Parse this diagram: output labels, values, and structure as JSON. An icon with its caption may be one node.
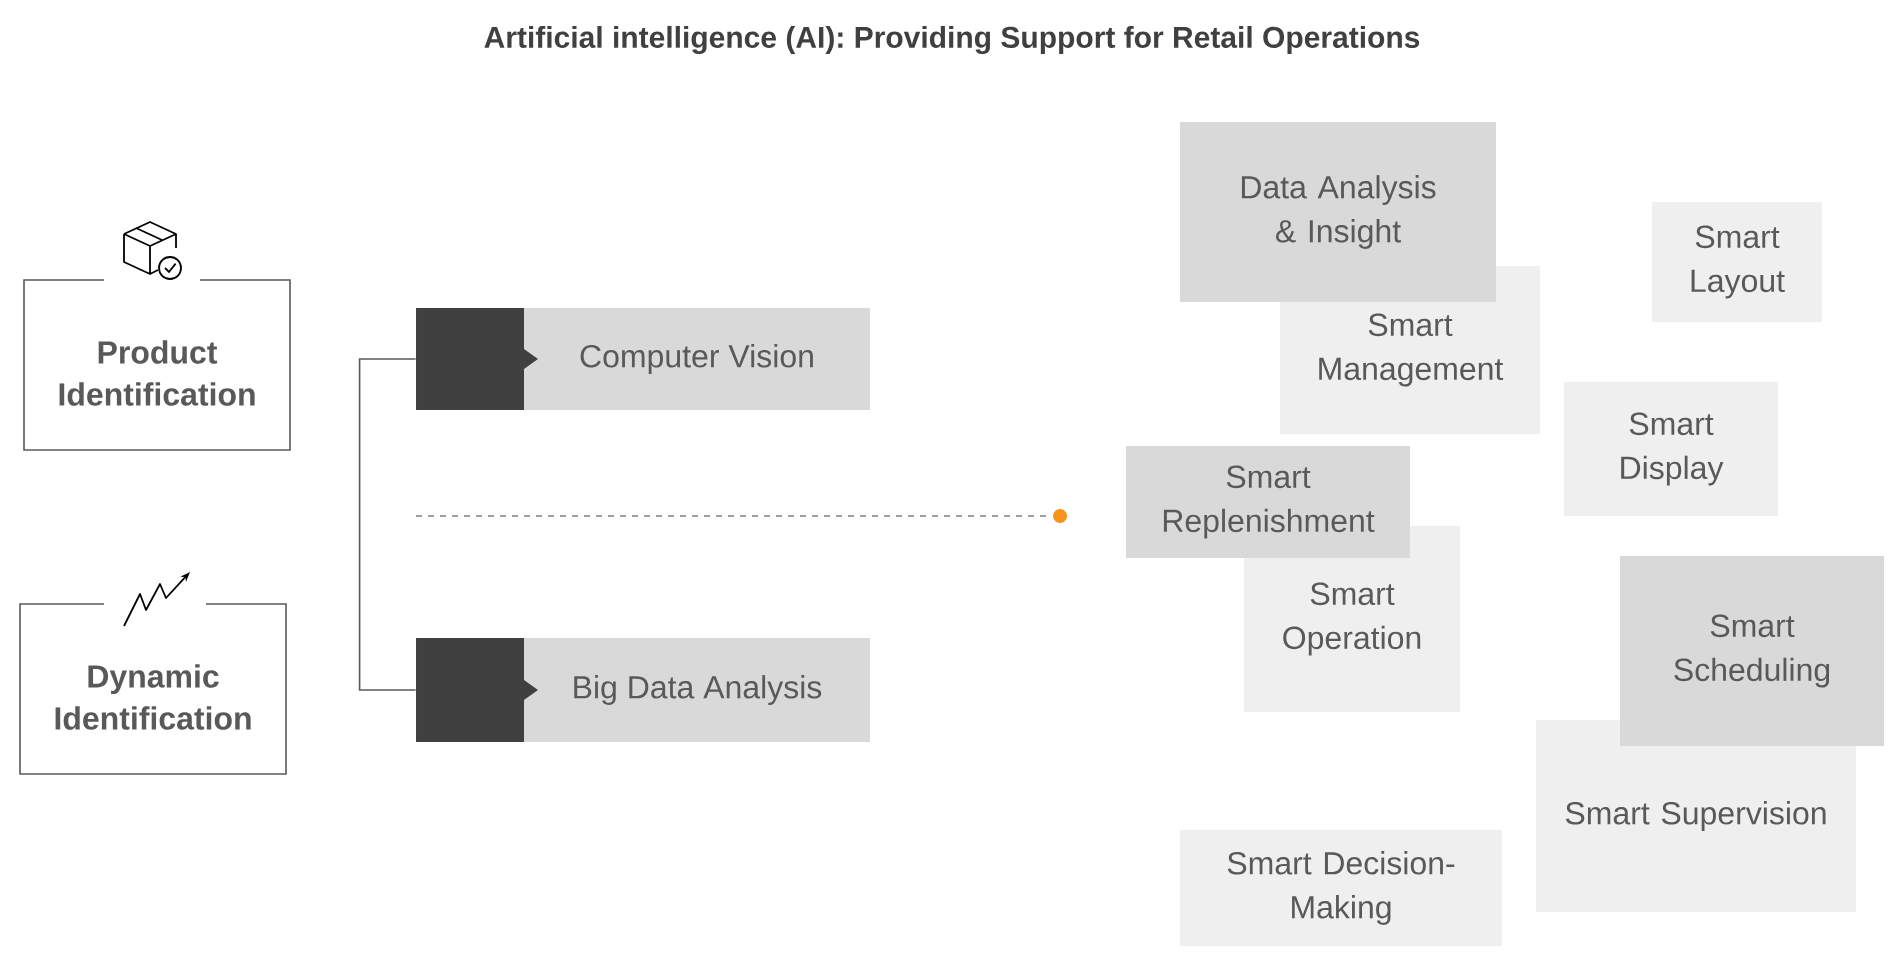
{
  "diagram": {
    "title": "Artificial intelligence (AI): Providing Support for Retail Operations",
    "nodes": [
      {
        "text": [
          "Product Identification"
        ]
      },
      {
        "text": [
          "Dynamic Identification"
        ]
      },
      {
        "text": [
          "Computer Vision"
        ]
      },
      {
        "text": [
          "Big Data Analysis"
        ]
      },
      {
        "text": [
          "Data Analysis & Insight"
        ]
      },
      {
        "text": [
          "Smart Management"
        ]
      },
      {
        "text": [
          "Smart Layout"
        ]
      },
      {
        "text": [
          "Smart Display"
        ]
      },
      {
        "text": [
          "Smart Replenishment"
        ]
      },
      {
        "text": [
          "Smart Operation"
        ]
      },
      {
        "text": [
          "Smart Scheduling"
        ]
      },
      {
        "text": [
          "Smart Supervision"
        ]
      },
      {
        "text": [
          "Smart Decision-Making"
        ]
      }
    ],
    "edges": [
      {
        "from": 2,
        "to": 3,
        "arrow": "none"
      }
    ]
  }
}
